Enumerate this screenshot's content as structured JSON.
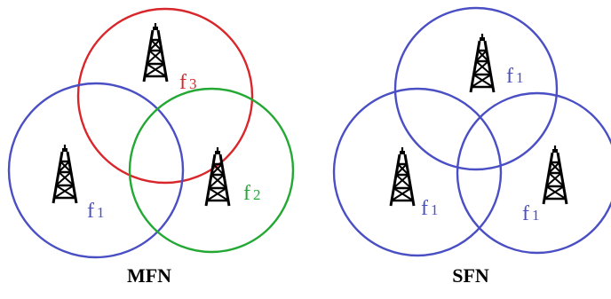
{
  "colors": {
    "blue": "#4a4fc4",
    "red": "#d9262b",
    "green": "#22a833",
    "tower": "#000000"
  },
  "mfn": {
    "caption": "MFN",
    "cells": [
      {
        "name": "top",
        "color": "red",
        "freq_base": "f",
        "freq_index": "3"
      },
      {
        "name": "left",
        "color": "blue",
        "freq_base": "f",
        "freq_index": "1"
      },
      {
        "name": "right",
        "color": "green",
        "freq_base": "f",
        "freq_index": "2"
      }
    ]
  },
  "sfn": {
    "caption": "SFN",
    "cells": [
      {
        "name": "top",
        "color": "blue",
        "freq_base": "f",
        "freq_index": "1"
      },
      {
        "name": "left",
        "color": "blue",
        "freq_base": "f",
        "freq_index": "1"
      },
      {
        "name": "right",
        "color": "blue",
        "freq_base": "f",
        "freq_index": "1"
      }
    ]
  }
}
